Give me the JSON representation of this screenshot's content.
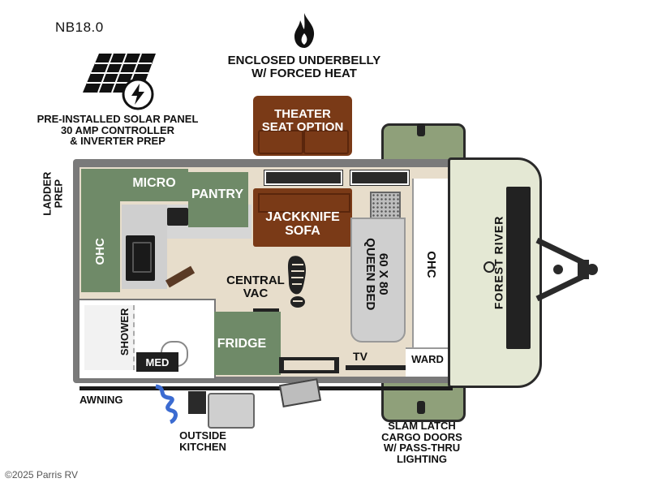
{
  "model_name": "NB18.0",
  "callouts": {
    "solar": "PRE-INSTALLED SOLAR PANEL\n30 AMP CONTROLLER\n& INVERTER PREP",
    "underbelly": "ENCLOSED UNDERBELLY\nW/ FORCED HEAT",
    "theater": "THEATER\nSEAT OPTION",
    "ladder": "LADDER\nPREP",
    "awning": "AWNING",
    "outside_kitchen": "OUTSIDE\nKITCHEN",
    "cargo_doors": "SLAM LATCH\nCARGO DOORS\nW/ PASS-THRU\nLIGHTING"
  },
  "rooms": {
    "micro": "MICRO",
    "pantry": "PANTRY",
    "ohc_left": "OHC",
    "jackknife": "JACKKNIFE\nSOFA",
    "queen_bed": "60 x 80\nQUEEN BED",
    "ohc_right": "OHC",
    "central_vac": "CENTRAL\nVAC",
    "shower": "SHOWER",
    "med": "MED",
    "fridge": "FRIDGE",
    "tv": "TV",
    "ward": "WARD"
  },
  "brand": "FOREST RIVER",
  "copyright": "©2025 Parris RV",
  "icons": [
    "flame-icon",
    "solar-panel-icon",
    "lightning-bolt-icon",
    "footprint-icon",
    "hitch-icon"
  ],
  "colors": {
    "outline": "#6e6e6e",
    "interior_floor": "#e7ddcb",
    "cabinet_green": "#6f8a68",
    "sofa_brown": "#7a3a17",
    "front_cap": "#e4e8d4",
    "cargo_green": "#8fa07a",
    "dark": "#222222"
  }
}
